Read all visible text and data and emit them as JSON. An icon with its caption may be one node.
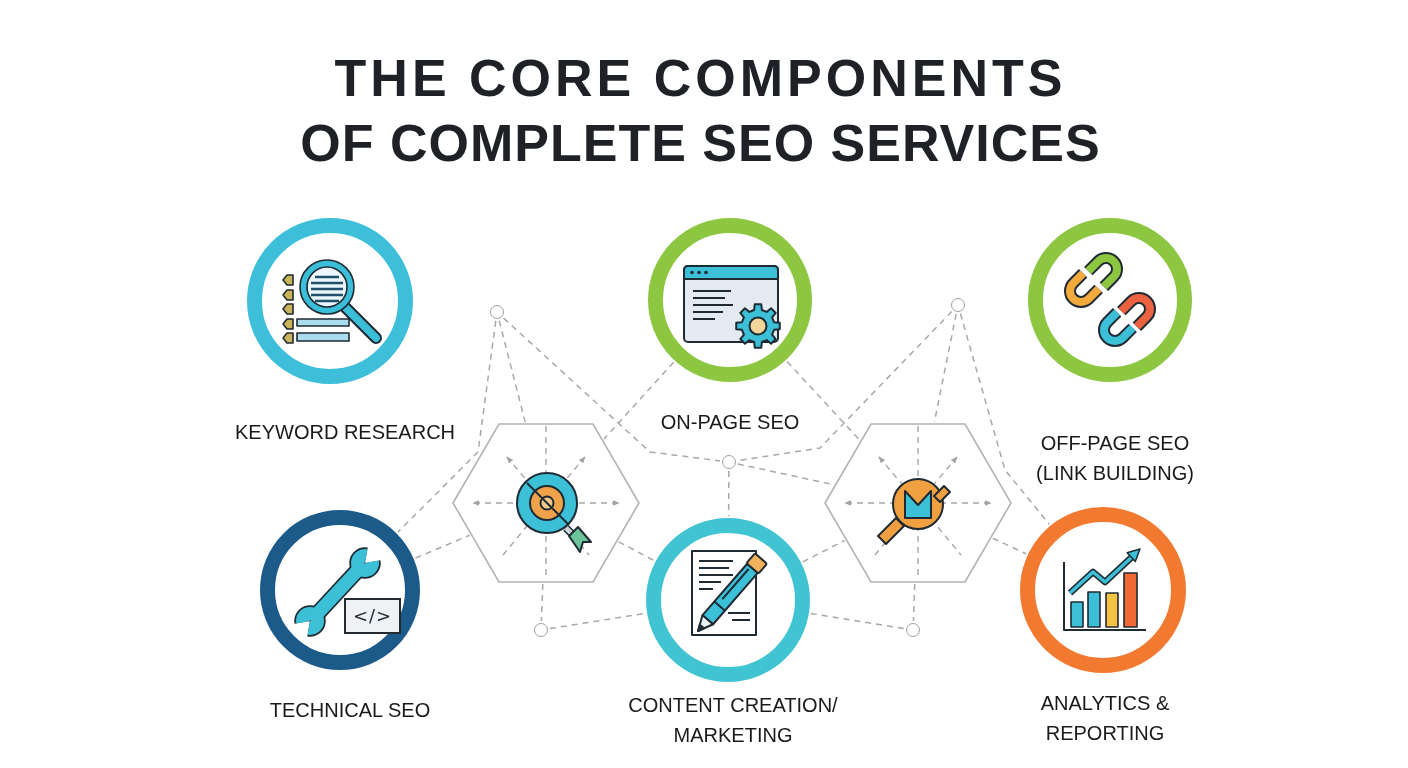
{
  "diagram": {
    "title": "THE CORE COMPONENTS OF COMPLETE SEO SERVICES",
    "nodes": [
      {
        "text": [
          "KEYWORD RESEARCH"
        ]
      },
      {
        "text": [
          "ON-PAGE SEO"
        ]
      },
      {
        "text": [
          "OFF-PAGE SEO (LINK BUILDING)"
        ]
      },
      {
        "text": [
          "TECHNICAL SEO"
        ]
      },
      {
        "text": [
          "CONTENT CREATION/ MARKETING"
        ]
      },
      {
        "text": [
          "ANALYTICS & REPORTING"
        ]
      },
      {
        "text": [],
        "shape": "hexagon"
      },
      {
        "text": [],
        "shape": "hexagon"
      },
      {
        "text": [],
        "shape": "circle"
      },
      {
        "text": [],
        "shape": "circle"
      },
      {
        "text": [],
        "shape": "circle"
      },
      {
        "text": [],
        "shape": "circle"
      },
      {
        "text": [],
        "shape": "circle"
      }
    ],
    "edges": [
      {
        "from": 8,
        "to": 3,
        "arrow": "none",
        "style": "dashed"
      },
      {
        "from": 8,
        "to": 6,
        "arrow": "none",
        "style": "dashed"
      },
      {
        "from": 8,
        "to": 9,
        "arrow": "none",
        "style": "dashed"
      },
      {
        "from": 1,
        "to": 6,
        "arrow": "none",
        "style": "dashed"
      },
      {
        "from": 1,
        "to": 7,
        "arrow": "none",
        "style": "dashed"
      },
      {
        "from": 10,
        "to": 9,
        "arrow": "none",
        "style": "dashed"
      },
      {
        "from": 10,
        "to": 7,
        "arrow": "none",
        "style": "dashed"
      },
      {
        "from": 10,
        "to": 5,
        "arrow": "none",
        "style": "dashed"
      },
      {
        "from": 9,
        "to": 4,
        "arrow": "none",
        "style": "dashed"
      },
      {
        "from": 9,
        "to": 7,
        "arrow": "none",
        "style": "dashed"
      },
      {
        "from": 3,
        "to": 6,
        "arrow": "none",
        "style": "dashed"
      },
      {
        "from": 6,
        "to": 4,
        "arrow": "none",
        "style": "dashed"
      },
      {
        "from": 6,
        "to": 11,
        "arrow": "none",
        "style": "dashed"
      },
      {
        "from": 11,
        "to": 4,
        "arrow": "none",
        "style": "dashed"
      },
      {
        "from": 4,
        "to": 7,
        "arrow": "none",
        "style": "dashed"
      },
      {
        "from": 4,
        "to": 12,
        "arrow": "none",
        "style": "dashed"
      },
      {
        "from": 7,
        "to": 12,
        "arrow": "none",
        "style": "dashed"
      },
      {
        "from": 7,
        "to": 5,
        "arrow": "none",
        "style": "dashed"
      }
    ],
    "labels": [
      "</>"
    ]
  }
}
